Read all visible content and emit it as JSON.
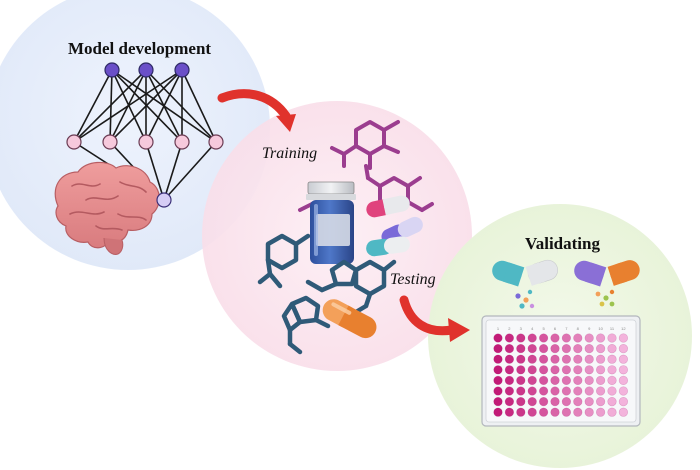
{
  "labels": {
    "model_development": "Model development",
    "training": "Training",
    "testing": "Testing",
    "validating": "Validating"
  },
  "network": {
    "input_nodes": 3,
    "hidden_nodes": 5,
    "output_nodes": 1
  },
  "plate": {
    "rows": 8,
    "cols": 12,
    "column_numbers": [
      "1",
      "2",
      "3",
      "4",
      "5",
      "6",
      "7",
      "8",
      "9",
      "10",
      "11",
      "12"
    ]
  },
  "colors": {
    "panel_model": "#e4ecfa",
    "panel_training": "#fbe4ee",
    "panel_validating": "#ecf6df",
    "node_dark": "#6a4fc8",
    "node_light": "#f6c9dc",
    "node_output": "#d6cdf5",
    "arrow": "#e0322c",
    "molecule_blue": "#2f5a78",
    "molecule_purple": "#9b3d8f",
    "well_dark": "#c21a77",
    "well_light": "#f3b3dc"
  }
}
